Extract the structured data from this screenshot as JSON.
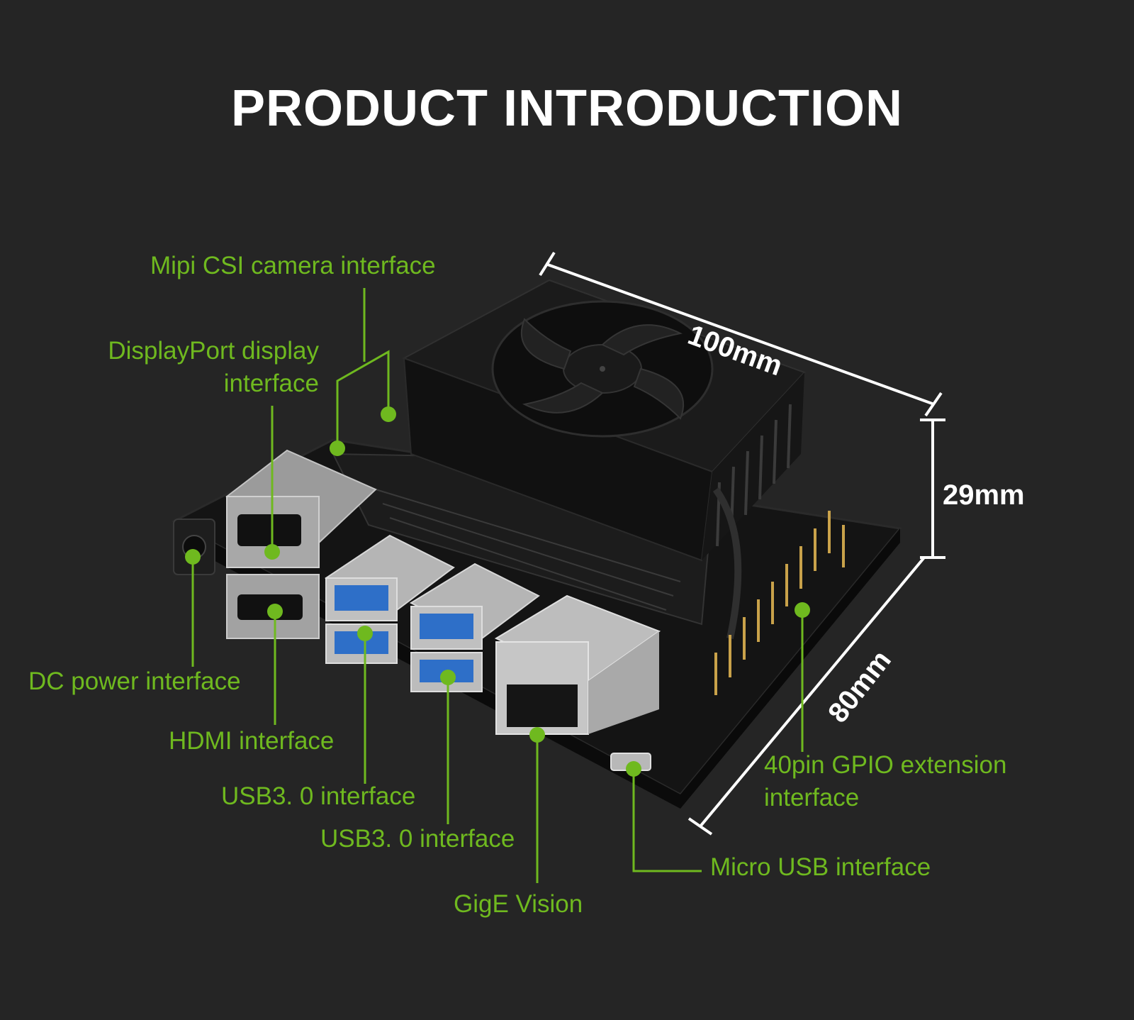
{
  "title": "PRODUCT INTRODUCTION",
  "colors": {
    "background": "#252525",
    "label": "#6fb91f",
    "title": "#ffffff",
    "dimension": "#ffffff"
  },
  "labels": {
    "mipi": "Mipi CSI camera interface",
    "dp_line1": "DisplayPort display",
    "dp_line2": "interface",
    "dc": "DC power interface",
    "hdmi": "HDMI interface",
    "usb1": "USB3. 0 interface",
    "usb2": "USB3. 0 interface",
    "gige": "GigE Vision",
    "microusb": "Micro USB interface",
    "gpio_line1": "40pin GPIO extension",
    "gpio_line2": "interface"
  },
  "dimensions": {
    "length": "100mm",
    "height": "29mm",
    "width": "80mm"
  }
}
